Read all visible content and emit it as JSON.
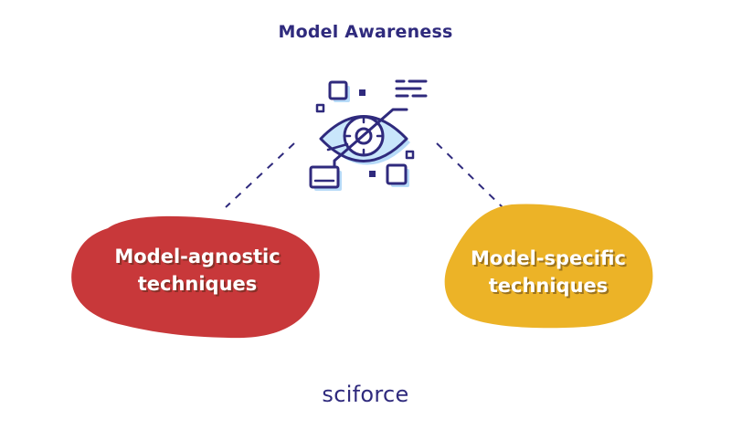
{
  "title": "Model Awareness",
  "left_node": {
    "line1": "Model-agnostic",
    "line2": "techniques",
    "color": "#c8383a"
  },
  "right_node": {
    "line1": "Model-specific",
    "line2": "techniques",
    "color": "#ecb327"
  },
  "center_icon": "eye-scan-icon",
  "brand": {
    "name": "sciforce"
  },
  "colors": {
    "ink": "#2f2a7d",
    "eye_fill": "#c9e6fb",
    "shadow": "#b7dbf8"
  }
}
